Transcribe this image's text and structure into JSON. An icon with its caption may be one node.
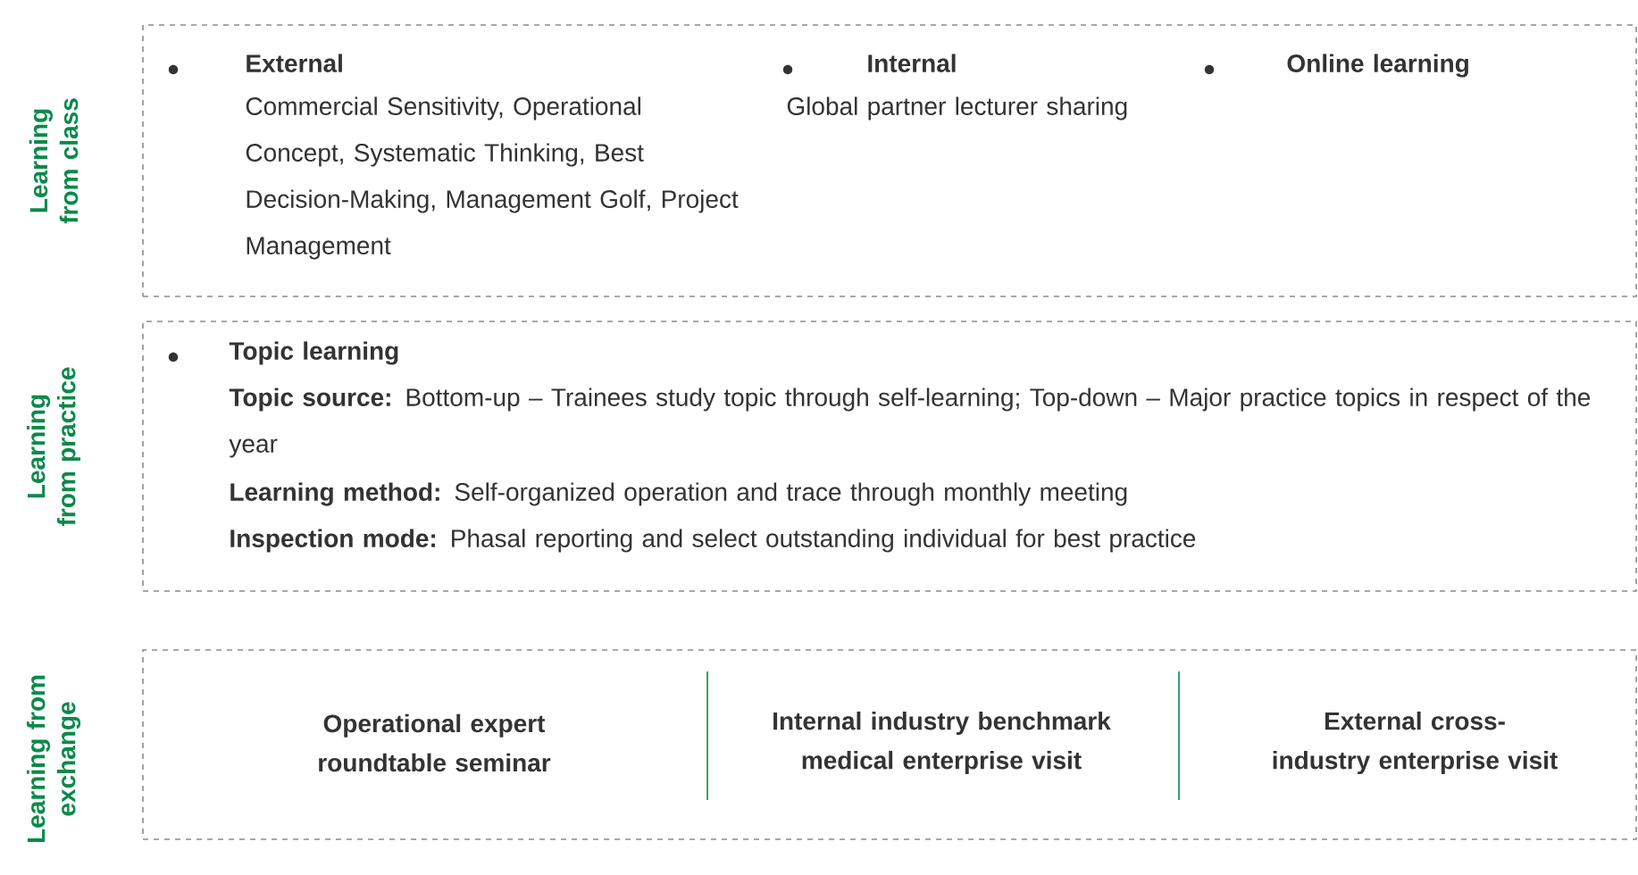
{
  "diagram": {
    "nodes": [
      {
        "text": [
          "Learning from class",
          "External",
          "Commercial Sensitivity, Operational Concept, Systematic Thinking, Best Decision-Making, Management Golf, Project Management",
          "Internal",
          "Global partner lecturer sharing",
          "Online learning"
        ]
      },
      {
        "text": [
          "Learning from practice",
          "Topic learning",
          "**Topic source:** Bottom-up – Trainees study topic through self-learning; Top-down – Major practice topics in respect of the year",
          "**Learning method:** Self-organized operation and trace through monthly meeting",
          "**Inspection mode:** Phasal reporting and select outstanding individual for best practice"
        ]
      },
      {
        "text": [
          "Learning from exchange",
          "Operational expert roundtable seminar",
          "Internal industry benchmark medical enterprise visit",
          "External cross-industry enterprise visit"
        ]
      }
    ]
  }
}
